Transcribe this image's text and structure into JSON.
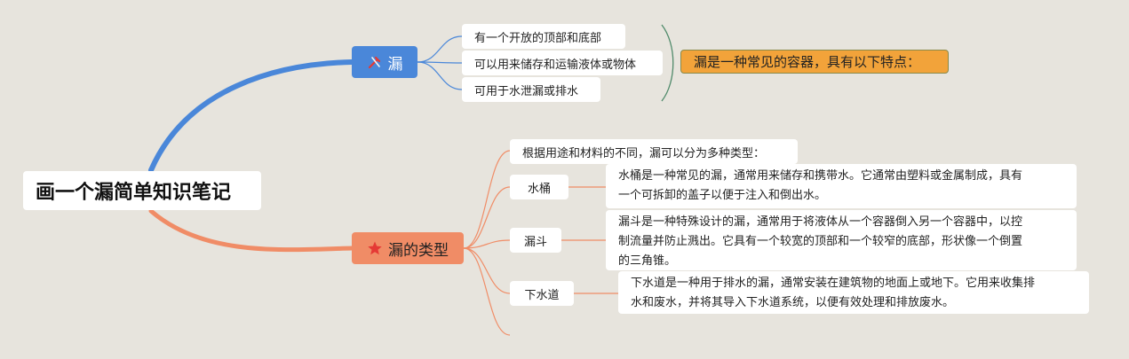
{
  "root": {
    "title": "画一个漏简单知识笔记"
  },
  "branch1": {
    "title": "漏",
    "icon": "tools-icon",
    "items": [
      "有一个开放的顶部和底部",
      "可以用来储存和运输液体或物体",
      "可用于水泄漏或排水"
    ],
    "summary": "漏是一种常见的容器，具有以下特点："
  },
  "branch2": {
    "title": "漏的类型",
    "icon": "star-icon",
    "intro": "根据用途和材料的不同，漏可以分为多种类型：",
    "types": [
      {
        "name": "水桶",
        "desc": [
          "水桶是一种常见的漏，通常用来储存和携带水。它通常由塑料或金属制成，具有",
          "一个可拆卸的盖子以便于注入和倒出水。"
        ]
      },
      {
        "name": "漏斗",
        "desc": [
          "漏斗是一种特殊设计的漏，通常用于将液体从一个容器倒入另一个容器中，以控",
          "制流量并防止溅出。它具有一个较宽的顶部和一个较窄的底部，形状像一个倒置",
          "的三角锥。"
        ]
      },
      {
        "name": "下水道",
        "desc": [
          "下水道是一种用于排水的漏，通常安装在建筑物的地面上或地下。它用来收集排",
          "水和废水，并将其导入下水道系统，以便有效处理和排放废水。"
        ]
      }
    ]
  },
  "colors": {
    "background": "#e7e4dd",
    "blue": "#4a87d9",
    "orange": "#f08c66",
    "summary": "#f2a33a",
    "bracket": "#4f8a6a"
  }
}
